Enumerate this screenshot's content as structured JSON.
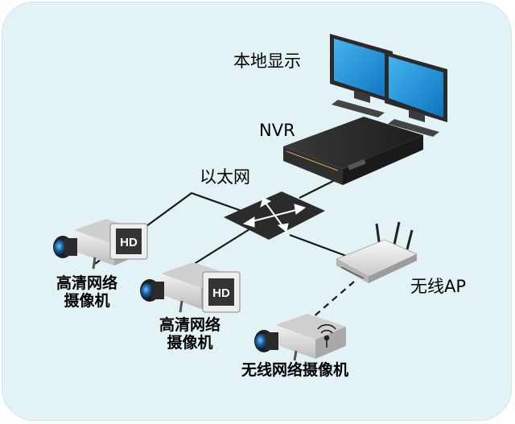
{
  "labels": {
    "local_display": "本地显示",
    "nvr": "NVR",
    "ethernet": "以太网",
    "wireless_ap": "无线AP",
    "hd_camera_1": "高清网络\n摄像机",
    "hd_camera_2": "高清网络\n摄像机",
    "wireless_camera": "无线网络摄像机"
  },
  "badges": {
    "hd": "HD"
  },
  "icons": [
    "monitor-icon",
    "nvr-recorder-icon",
    "network-switch-icon",
    "wireless-router-icon",
    "hd-camera-icon",
    "wireless-camera-icon",
    "wifi-signal-icon"
  ],
  "colors": {
    "background": "#e3f2f4",
    "screen": "#1d8fd6",
    "device_dark": "#2c2c2c",
    "camera_body": "#d9d9d9"
  }
}
